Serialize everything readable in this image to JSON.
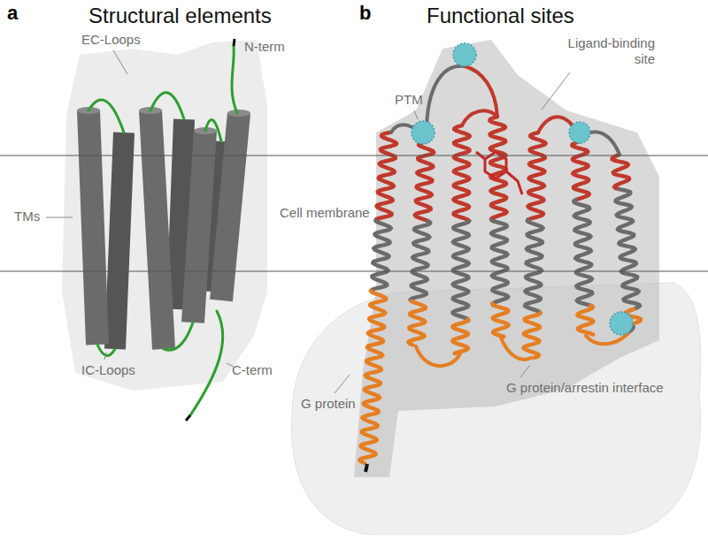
{
  "diagram": {
    "labels": [
      "a",
      "Structural elements",
      "EC-Loops",
      "N-term",
      "TMs",
      "IC-Loops",
      "C-term",
      "b",
      "Functional sites",
      "Ligand-binding site",
      "PTM",
      "Cell membrane",
      "G protein",
      "G protein/arrestin interface"
    ]
  }
}
